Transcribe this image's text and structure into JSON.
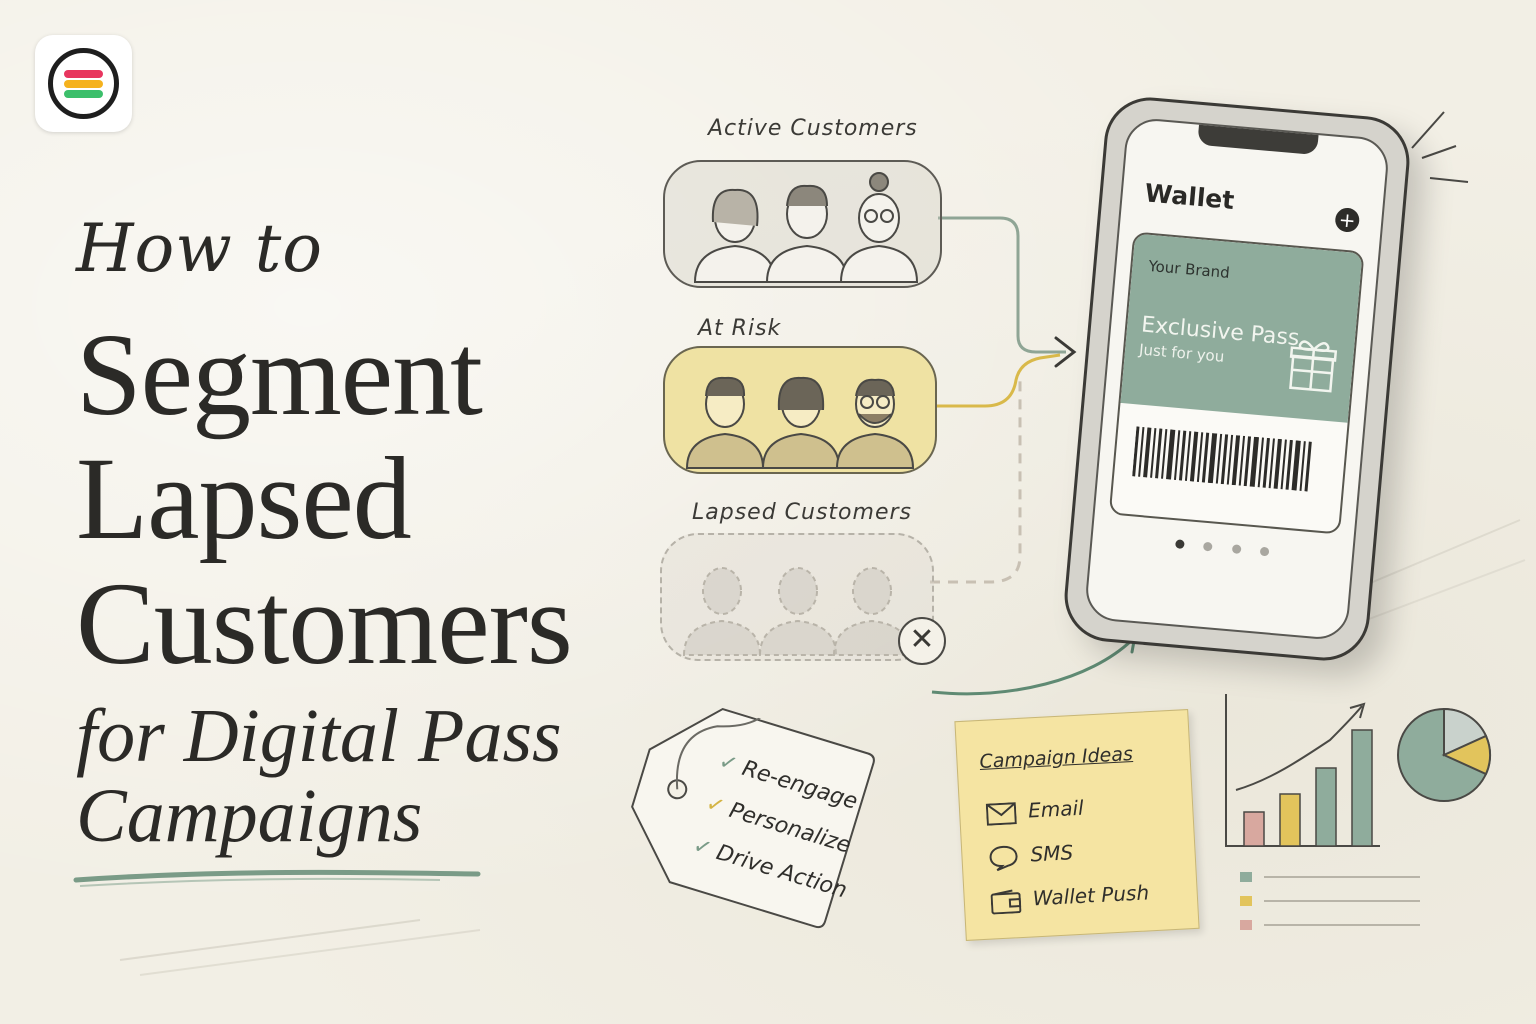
{
  "title": {
    "line1": "How to",
    "line2": "Segment",
    "line3": "Lapsed",
    "line4": "Customers",
    "line5": "for Digital Pass",
    "line6": "Campaigns"
  },
  "segments": [
    {
      "label": "Active Customers",
      "color": "#8fa595"
    },
    {
      "label": "At Risk",
      "color": "#d9bd54"
    },
    {
      "label": "Lapsed Customers",
      "color": "#c9c4b8"
    }
  ],
  "icons": {
    "logo": "logo-stripes-icon",
    "close": "close-icon",
    "plus": "plus-icon",
    "gift": "gift-icon",
    "email": "envelope-icon",
    "sms": "chat-bubble-icon",
    "wallet": "wallet-icon"
  },
  "logo_colors": [
    "#e8365f",
    "#f5b21e",
    "#3cbf6b"
  ],
  "phone": {
    "app_title": "Wallet",
    "plus": "+",
    "pass": {
      "brand": "Your Brand",
      "name": "Exclusive Pass",
      "subtitle": "Just for you",
      "color": "#8fac9c"
    }
  },
  "tag": {
    "items": [
      "Re-engage",
      "Personalize",
      "Drive Action"
    ]
  },
  "sticky": {
    "title": "Campaign Ideas",
    "items": [
      "Email",
      "SMS",
      "Wallet Push"
    ]
  },
  "mini_chart": {
    "bar_colors": [
      "#d8a89f",
      "#e2c45c",
      "#8fac9c",
      "#8fac9c"
    ],
    "pie_colors": [
      "#8fac9c",
      "#e2c45c",
      "#c9d2cc"
    ],
    "legend_colors": [
      "#8fac9c",
      "#e2c45c",
      "#d8a89f"
    ]
  }
}
